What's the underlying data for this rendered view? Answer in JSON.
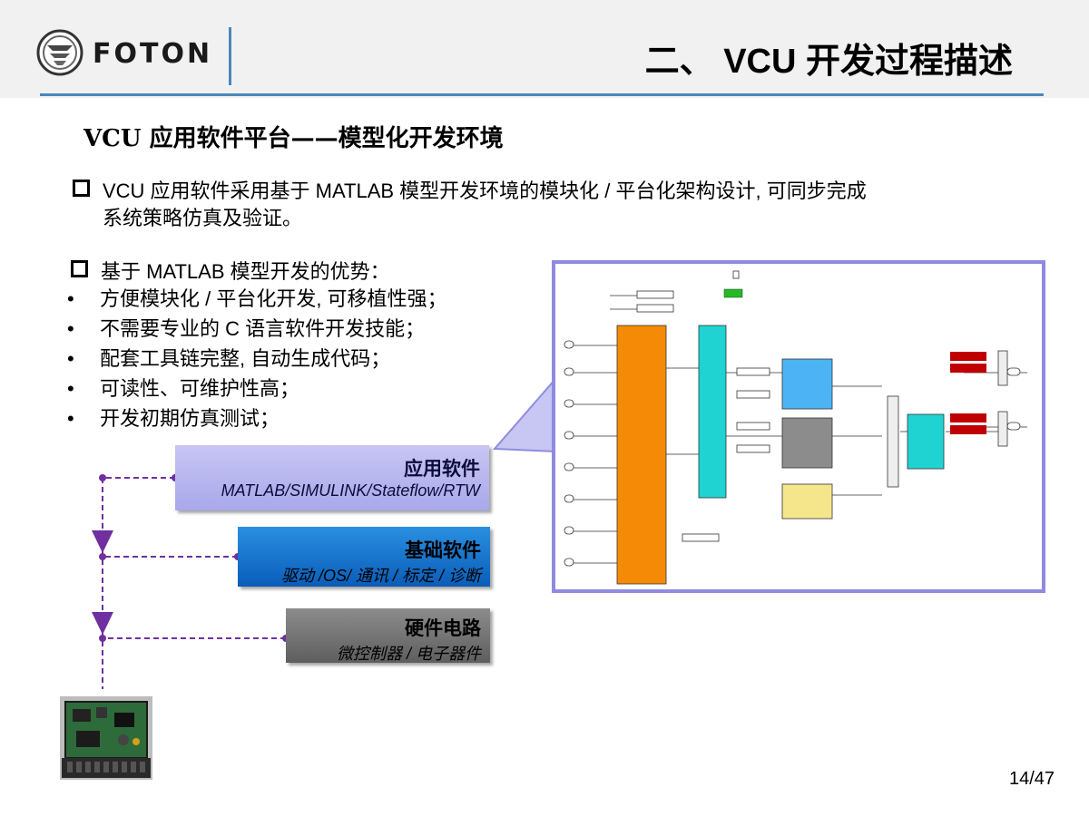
{
  "header": {
    "brand": "FOTON",
    "title": "二、 VCU 开发过程描述"
  },
  "subtitle": "VCU 应用软件平台——模型化开发环境",
  "intro": {
    "line1": "VCU 应用软件采用基于 MATLAB 模型开发环境的模块化 / 平台化架构设计,  可同步完成",
    "line2": "系统策略仿真及验证。"
  },
  "advantages": {
    "heading": "基于 MATLAB 模型开发的优势：",
    "items": [
      "方便模块化 / 平台化开发,  可移植性强；",
      "不需要专业的 C 语言软件开发技能；",
      "配套工具链完整,  自动生成代码；",
      "可读性、可维护性高；",
      "开发初期仿真测试；"
    ]
  },
  "layers": {
    "app": {
      "title": "应用软件",
      "detail": "MATLAB/SIMULINK/Stateflow/RTW"
    },
    "base": {
      "title": "基础软件",
      "detail": "驱动 /OS/ 通讯 / 标定 / 诊断"
    },
    "hw": {
      "title": "硬件电路",
      "detail": "微控制器 / 电子器件"
    }
  },
  "colors": {
    "accent_blue": "#4b86b8",
    "app_layer": "#b8b7ef",
    "base_layer": "#1976d2",
    "hw_layer": "#707070",
    "arrow_purple": "#7030a0",
    "frame_border": "#8e8be0"
  },
  "page": {
    "number": "14/47"
  }
}
